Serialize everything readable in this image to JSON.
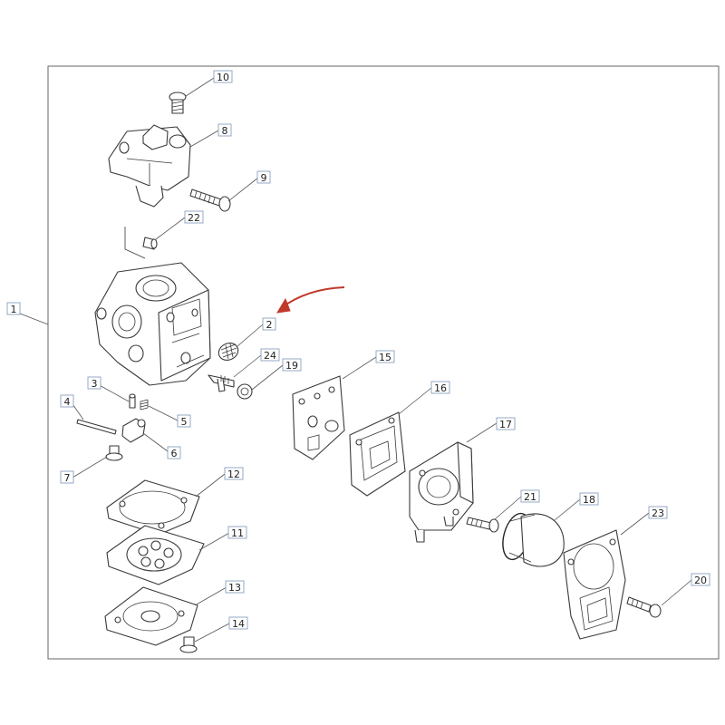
{
  "colors": {
    "line": "#3a3a3a",
    "label_box": "#8aa0c0",
    "arrow": "#c0392b"
  },
  "labels": {
    "p1": "1",
    "p2": "2",
    "p3": "3",
    "p4": "4",
    "p5": "5",
    "p6": "6",
    "p7": "7",
    "p8": "8",
    "p9": "9",
    "p10": "10",
    "p11": "11",
    "p12": "12",
    "p13": "13",
    "p14": "14",
    "p15": "15",
    "p16": "16",
    "p17": "17",
    "p18": "18",
    "p19": "19",
    "p20": "20",
    "p21": "21",
    "p22": "22",
    "p23": "23",
    "p24": "24"
  }
}
